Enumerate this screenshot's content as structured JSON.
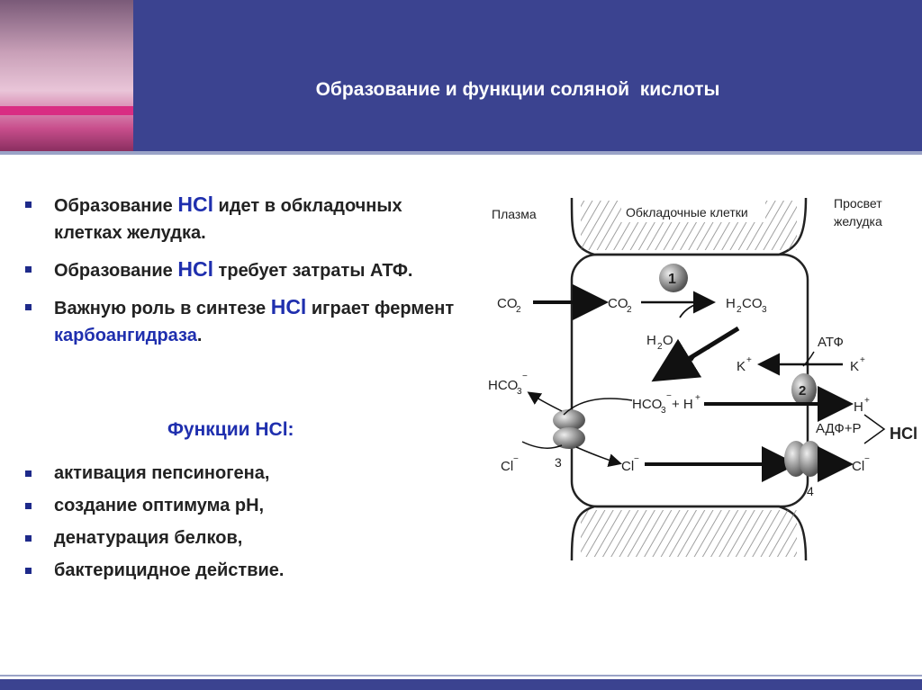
{
  "title": "Образование и функции соляной  кислоты",
  "bullets": [
    {
      "pre": "Образование  ",
      "hcl": "HCl",
      "post": " идет в обкладочных клетках желудка."
    },
    {
      "pre": "Образование  ",
      "hcl": "HCl",
      "post": " требует затраты АТФ."
    },
    {
      "pre": "Важную роль в синтезе ",
      "hcl": "HCl",
      "post": " играет фермент ",
      "enzyme": "карбоангидраза",
      "end": "."
    }
  ],
  "functions_title": "Функции  HCl:",
  "functions": [
    "активация пепсиногена,",
    "создание оптимума pH,",
    "денатурация белков,",
    "бактерицидное действие."
  ],
  "diagram": {
    "plasma": "Плазма",
    "cells": "Обкладочные клетки",
    "lumen_1": "Просвет",
    "lumen_2": "желудка",
    "co2_out": "CO",
    "co2_in": "CO",
    "h2co3": "H",
    "h2o": "H",
    "atp": "АТФ",
    "k_in": "K",
    "k_out": "K",
    "hco3_out": "HCO",
    "hco3_h": "HCO",
    "h_out": "H",
    "adp": "АДФ+Р",
    "hcl": "HCl",
    "cl_out": "Cl",
    "cl_in": "Cl",
    "cl_lumen": "Cl",
    "n1": "1",
    "n2": "2",
    "n3": "3",
    "n4": "4"
  }
}
